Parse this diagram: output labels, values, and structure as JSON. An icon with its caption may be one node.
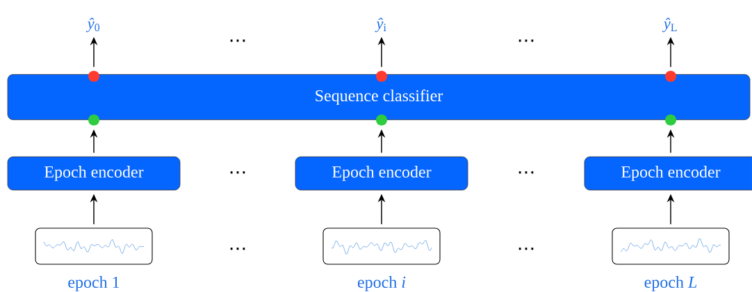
{
  "diagram": {
    "nodes": [
      {
        "text": [
          "Sequence classifier"
        ]
      },
      {
        "text": [
          "Epoch encoder"
        ]
      },
      {
        "text": [
          "Epoch encoder"
        ]
      },
      {
        "text": [
          "Epoch encoder"
        ]
      },
      {
        "text": [],
        "shape": "picture",
        "beside": [
          "epoch 1"
        ]
      },
      {
        "text": [],
        "shape": "picture",
        "beside": [
          "epoch *i*"
        ]
      },
      {
        "text": [],
        "shape": "picture",
        "beside": [
          "epoch *L*"
        ]
      },
      {
        "text": [
          "*ŷ*$_{0}$"
        ]
      },
      {
        "text": [
          "*ŷ*$_{i}$"
        ]
      },
      {
        "text": [
          "*ŷ*$_{L}$"
        ]
      },
      {
        "text": [],
        "shape": "circle"
      },
      {
        "text": [],
        "shape": "circle"
      },
      {
        "text": [],
        "shape": "circle"
      },
      {
        "text": [],
        "shape": "circle"
      },
      {
        "text": [],
        "shape": "circle"
      },
      {
        "text": [],
        "shape": "circle"
      }
    ],
    "edges": [
      {
        "from": 4,
        "to": 1,
        "arrow": "to"
      },
      {
        "from": 5,
        "to": 2,
        "arrow": "to"
      },
      {
        "from": 6,
        "to": 3,
        "arrow": "to"
      },
      {
        "from": 1,
        "to": 10,
        "arrow": "to"
      },
      {
        "from": 2,
        "to": 11,
        "arrow": "to"
      },
      {
        "from": 3,
        "to": 12,
        "arrow": "to"
      },
      {
        "from": 13,
        "to": 7,
        "arrow": "to"
      },
      {
        "from": 14,
        "to": 8,
        "arrow": "to"
      },
      {
        "from": 15,
        "to": 9,
        "arrow": "to"
      }
    ],
    "labels": [
      "⋯",
      "⋯",
      "⋯",
      "⋯",
      "⋯",
      "⋯"
    ]
  }
}
